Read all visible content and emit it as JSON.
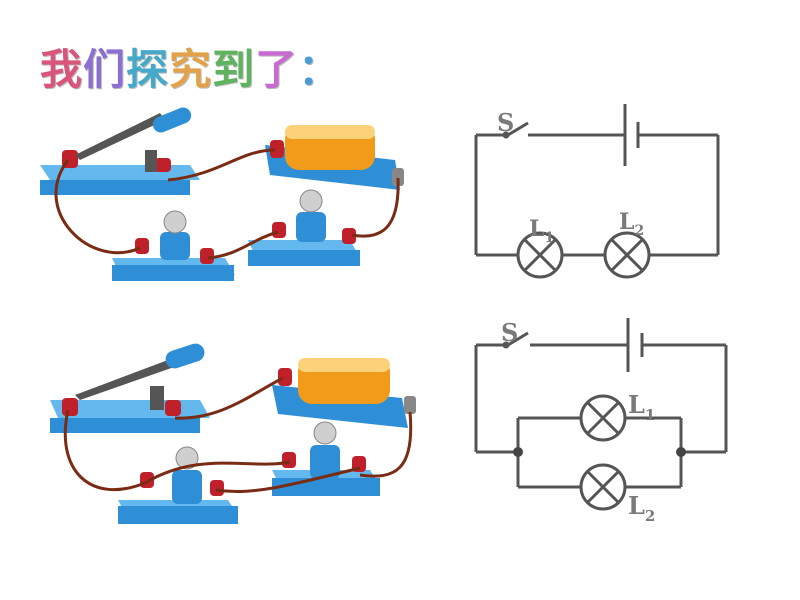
{
  "title": {
    "chars": [
      "我",
      "们",
      "探",
      "究",
      "到",
      "了",
      "："
    ],
    "colors": [
      "#d9557a",
      "#8b6fd1",
      "#47a9c9",
      "#e3a14a",
      "#5fb35f",
      "#c86bd0",
      "#4b9bd8"
    ]
  },
  "series_circuit": {
    "switch_label": "S",
    "lamp1_label": "L",
    "lamp1_sub": "1",
    "lamp2_label": "L",
    "lamp2_sub": "2"
  },
  "parallel_circuit": {
    "switch_label": "S",
    "lamp1_label": "L",
    "lamp1_sub": "1",
    "lamp2_label": "L",
    "lamp2_sub": "2"
  },
  "colors": {
    "wire": "#555555",
    "base": "#2f8fd6",
    "terminal": "#c0202a",
    "battery": "#f29a1a",
    "lead": "#7a2b14"
  }
}
